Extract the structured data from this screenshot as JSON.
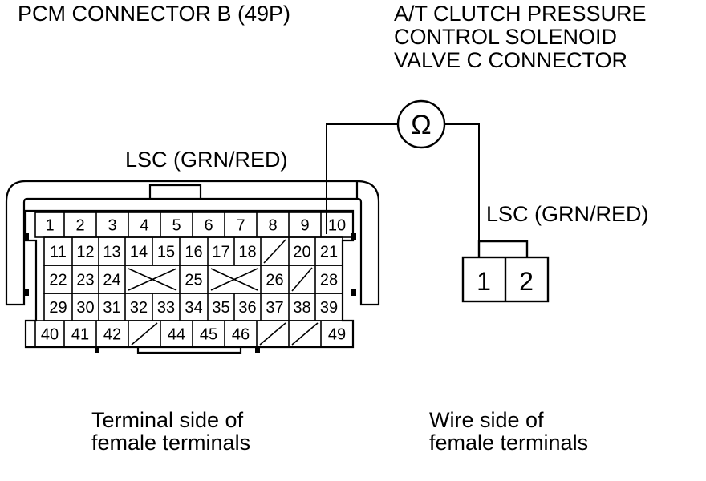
{
  "pcm": {
    "title": "PCM CONNECTOR B (49P)",
    "wire_label": "LSC (GRN/RED)",
    "caption_line1": "Terminal side of",
    "caption_line2": "female terminals",
    "rows": [
      [
        "1",
        "2",
        "3",
        "4",
        "5",
        "6",
        "7",
        "8",
        "9",
        "10"
      ],
      [
        "11",
        "12",
        "13",
        "14",
        "15",
        "16",
        "17",
        "18",
        "",
        "20",
        "21"
      ],
      [
        "22",
        "23",
        "24",
        "",
        "25",
        "",
        "26",
        "",
        "28"
      ],
      [
        "29",
        "30",
        "31",
        "32",
        "33",
        "34",
        "35",
        "36",
        "37",
        "38",
        "39"
      ],
      [
        "40",
        "41",
        "42",
        "",
        "44",
        "45",
        "46",
        "",
        "",
        "49"
      ]
    ]
  },
  "solenoid": {
    "title_line1": "A/T CLUTCH PRESSURE",
    "title_line2": "CONTROL SOLENOID",
    "title_line3": "VALVE C CONNECTOR",
    "wire_label": "LSC (GRN/RED)",
    "terminals": [
      "1",
      "2"
    ],
    "caption_line1": "Wire side of",
    "caption_line2": "female terminals"
  },
  "meter": {
    "symbol": "Ω"
  }
}
